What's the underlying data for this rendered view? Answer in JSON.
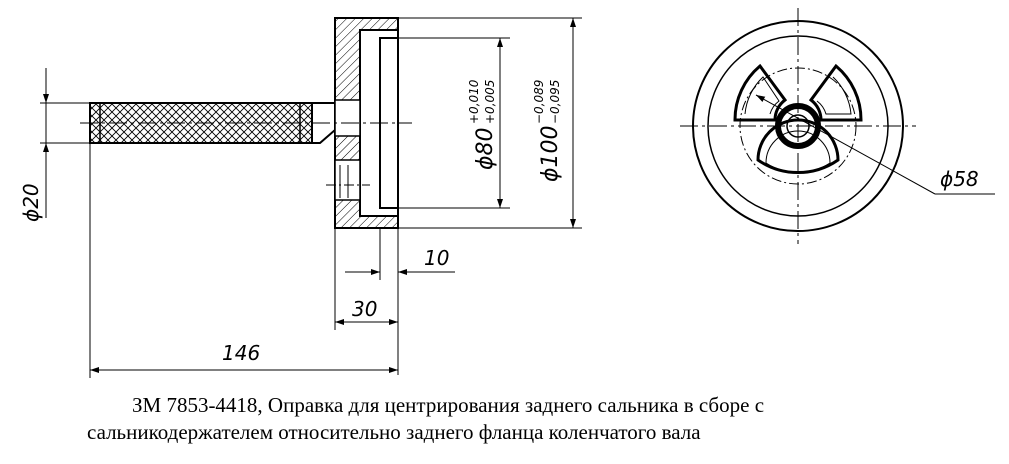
{
  "drawing": {
    "dimensions": {
      "shaft_diameter": "ϕ20",
      "bore_diameter_main": "ϕ80",
      "bore_diameter_upper_dev": "+0,010",
      "bore_diameter_lower_dev": "+0,005",
      "outer_diameter_main": "ϕ100",
      "outer_diameter_upper_dev": "−0,089",
      "outer_diameter_lower_dev": "−0,095",
      "flange_thickness": "10",
      "head_length": "30",
      "overall_length": "146",
      "bolt_circle": "ϕ58"
    }
  },
  "caption": {
    "line1": "ЗМ 7853-4418, Оправка для центрирования заднего сальника в сборе с",
    "line2": "сальникодержателем относительно заднего фланца коленчатого вала"
  }
}
